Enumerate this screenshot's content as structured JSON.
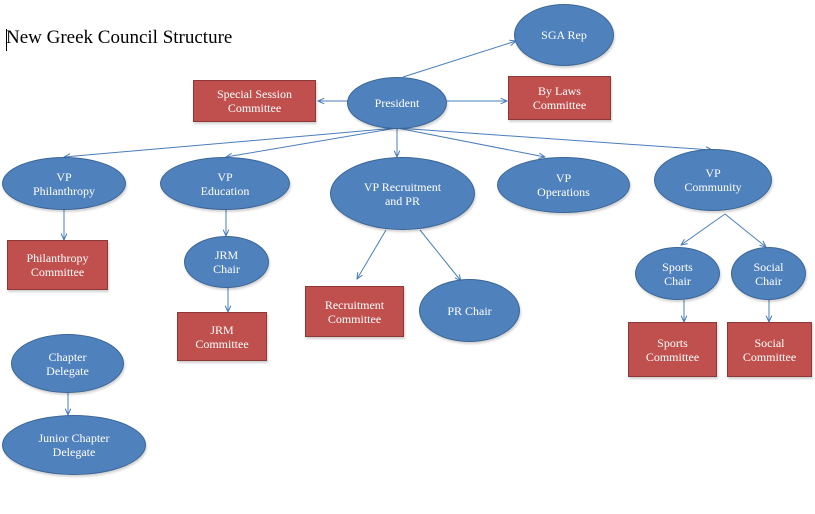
{
  "title": "New Greek Council Structure",
  "colors": {
    "oval_fill": "#4f81bd",
    "oval_border": "#3a6696",
    "box_fill": "#c0504d",
    "box_border": "#8c3836",
    "connector": "#4a7ebb"
  },
  "nodes": {
    "sga_rep": "SGA Rep",
    "president": "President",
    "special_session_committee": "Special Session\nCommittee",
    "by_laws_committee": "By Laws\nCommittee",
    "vp_philanthropy": "VP\nPhilanthropy",
    "vp_education": "VP\nEducation",
    "vp_recruitment_pr": "VP Recruitment\nand PR",
    "vp_operations": "VP\nOperations",
    "vp_community": "VP\nCommunity",
    "philanthropy_committee": "Philanthropy\nCommittee",
    "jrm_chair": "JRM\nChair",
    "jrm_committee": "JRM\nCommittee",
    "recruitment_committee": "Recruitment\nCommittee",
    "pr_chair": "PR Chair",
    "sports_chair": "Sports\nChair",
    "social_chair": "Social\nChair",
    "sports_committee": "Sports\nCommittee",
    "social_committee": "Social\nCommittee",
    "chapter_delegate": "Chapter\nDelegate",
    "junior_chapter_delegate": "Junior Chapter\nDelegate"
  }
}
